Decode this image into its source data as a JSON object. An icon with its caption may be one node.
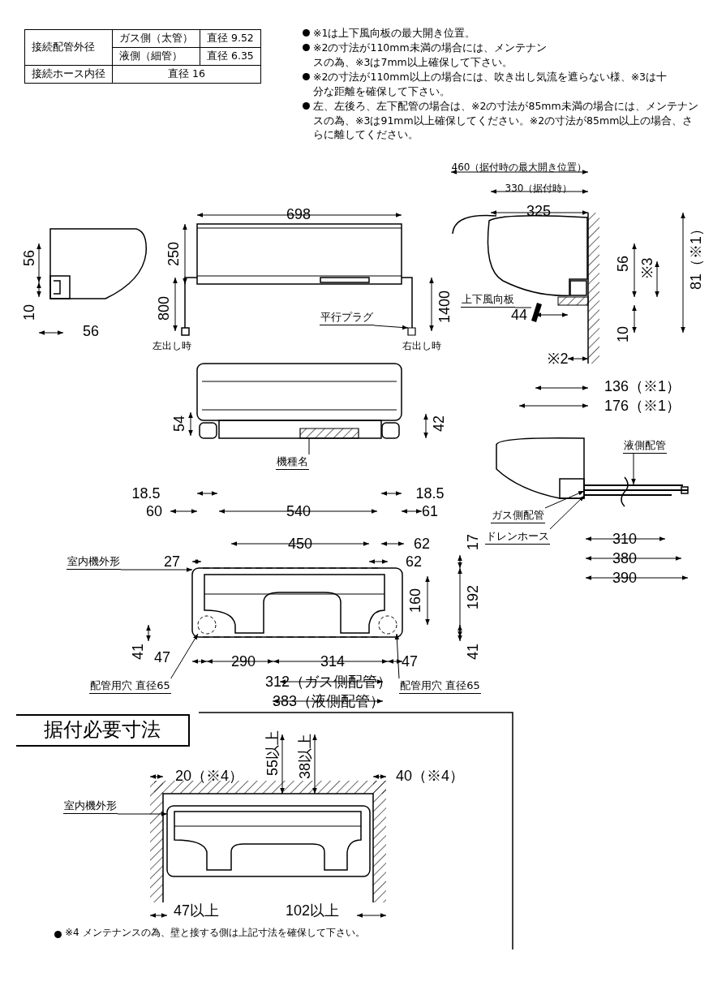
{
  "diagram": {
    "nodes": [
      {
        "text": [
          "上下風向板"
        ]
      },
      {
        "text": [
          "平行プラグ"
        ]
      },
      {
        "text": [
          "機種名"
        ]
      },
      {
        "text": [
          "液側配管"
        ]
      },
      {
        "text": [
          "ガス側配管"
        ]
      },
      {
        "text": [
          "ドレンホース"
        ]
      },
      {
        "text": [
          "室内機外形"
        ]
      },
      {
        "text": [
          "配管用穴 直径65"
        ]
      },
      {
        "text": [
          "配管用穴 直径65"
        ]
      },
      {
        "text": [
          "室内機外形"
        ]
      },
      {
        "text": [],
        "shape": "bar"
      },
      {
        "text": [],
        "shape": "box"
      },
      {
        "text": [],
        "shape": "box"
      },
      {
        "text": [],
        "shape": "bar"
      },
      {
        "text": [],
        "shape": "bar"
      },
      {
        "text": [],
        "shape": "bar"
      },
      {
        "text": [],
        "shape": "picture"
      },
      {
        "text": [],
        "shape": "circle",
        "in": 16
      },
      {
        "text": [],
        "shape": "circle",
        "in": 16
      },
      {
        "text": [],
        "shape": "picture"
      }
    ],
    "edges": [
      {
        "from": 0,
        "to": 10,
        "arrow": "none"
      },
      {
        "from": 1,
        "to": 11,
        "arrow": "to"
      },
      {
        "from": 2,
        "to": 12,
        "arrow": "none"
      },
      {
        "from": 3,
        "to": 13,
        "arrow": "to"
      },
      {
        "from": 4,
        "to": 14,
        "arrow": "to"
      },
      {
        "from": 5,
        "to": 15,
        "arrow": "to"
      },
      {
        "from": 6,
        "to": 16,
        "arrow": "to"
      },
      {
        "from": 7,
        "to": 17,
        "arrow": "to"
      },
      {
        "from": 8,
        "to": 18,
        "arrow": "to"
      },
      {
        "from": 9,
        "to": 19,
        "arrow": "to"
      }
    ],
    "labels": [
      "接続配管外径",
      "ガス側（太管）",
      "直径 9.52",
      "液側（細管）",
      "直径 6.35",
      "接続ホース内径",
      "直径 16",
      "※1は上下風向板の最大開き位置。",
      "※2の寸法が110mm未満の場合には、メンテナンスの為、※3は7mm以上確保して下さい。",
      "※2の寸法が110mm以上の場合には、吹き出し気流を遮らない様、※3は十分な距離を確保して下さい。",
      "左、左後ろ、左下配管の場合は、※2の寸法が85mm未満の場合には、メンテナンスの為、※3は91mm以上確保してください。※2の寸法が85mm以上の場合、さらに離してください。",
      "56",
      "10",
      "56",
      "698",
      "250",
      "800",
      "1400",
      "左出し時",
      "右出し時",
      "460（据付時の最大開き位置）",
      "330（据付時）",
      "325",
      "56",
      "※3",
      "81（※1）",
      "44",
      "10",
      "※2",
      "136（※1）",
      "176（※1）",
      "54",
      "42",
      "18.5",
      "18.5",
      "60",
      "540",
      "61",
      "310",
      "380",
      "390",
      "450",
      "62",
      "17",
      "27",
      "62",
      "160",
      "192",
      "41",
      "47",
      "290",
      "314",
      "47",
      "41",
      "312（ガス側配管）",
      "383（液側配管）",
      "据付必要寸法",
      "20（※4）",
      "55以上",
      "38以上",
      "40（※4）",
      "47以上",
      "102以上",
      "※4 メンテナンスの為、壁と接する側は上記寸法を確保して下さい。"
    ]
  }
}
